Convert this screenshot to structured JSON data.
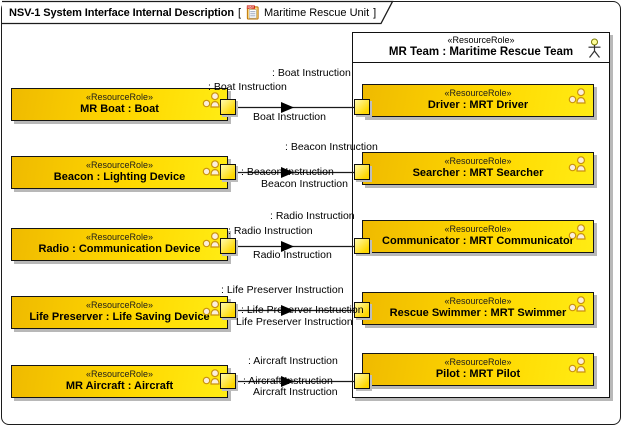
{
  "title": {
    "text": "NSV-1 System Interface Internal Description",
    "bracket_open": "[",
    "tab_label": "Maritime Rescue Unit",
    "bracket_close": "]",
    "icon": "nsv-diagram-icon"
  },
  "container": {
    "stereotype": "«ResourceRole»",
    "name": "MR Team : Maritime Rescue Team",
    "icon": "actor-icon"
  },
  "left_nodes": [
    {
      "stereotype": "«ResourceRole»",
      "name": "MR Boat : Boat",
      "icon": "role-icon"
    },
    {
      "stereotype": "«ResourceRole»",
      "name": "Beacon : Lighting Device",
      "icon": "role-icon"
    },
    {
      "stereotype": "«ResourceRole»",
      "name": "Radio : Communication Device",
      "icon": "role-icon"
    },
    {
      "stereotype": "«ResourceRole»",
      "name": "Life Preserver : Life Saving Device",
      "icon": "role-icon"
    },
    {
      "stereotype": "«ResourceRole»",
      "name": "MR Aircraft : Aircraft",
      "icon": "role-icon"
    }
  ],
  "inner_nodes": [
    {
      "stereotype": "«ResourceRole»",
      "name": "Driver : MRT Driver",
      "icon": "role-icon"
    },
    {
      "stereotype": "«ResourceRole»",
      "name": "Searcher : MRT Searcher",
      "icon": "role-icon"
    },
    {
      "stereotype": "«ResourceRole»",
      "name": "Communicator : MRT Communicator",
      "icon": "role-icon"
    },
    {
      "stereotype": "«ResourceRole»",
      "name": "Rescue Swimmer : MRT Swimmer",
      "icon": "role-icon"
    },
    {
      "stereotype": "«ResourceRole»",
      "name": "Pilot : MRT Pilot",
      "icon": "role-icon"
    }
  ],
  "connectors": [
    {
      "top": ": Boat Instruction",
      "mid": ": Boat Instruction",
      "bottom": "Boat Instruction"
    },
    {
      "top": ": Beacon Instruction",
      "mid": ": Beacon Instruction",
      "bottom": "Beacon Instruction"
    },
    {
      "top": ": Radio Instruction",
      "mid": ": Radio Instruction",
      "bottom": "Radio Instruction"
    },
    {
      "top": ": Life Preserver Instruction",
      "mid": ": Life Preserver Instruction",
      "bottom": "Life Preserver Instruction"
    },
    {
      "top": ": Aircraft Instruction",
      "mid": ": Aircraft Instruction",
      "bottom": "Aircraft Instruction"
    }
  ],
  "colors": {
    "node_fill_start": "#efba00",
    "node_fill_end": "#ffec14",
    "node_border": "#151515",
    "port_fill": "#ffd800",
    "container_bg": "#ffffff",
    "shadow": "#b8b8b8",
    "connector_line": "#1a1a1a",
    "actor_head": "#ffff99",
    "role_icon_stroke": "#c9920f",
    "nsv_icon_red": "#cc1100"
  }
}
